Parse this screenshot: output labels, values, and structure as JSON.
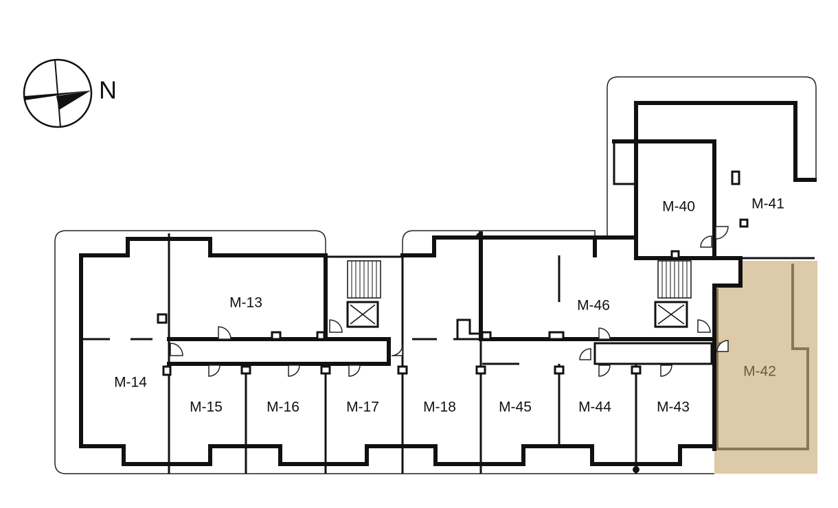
{
  "compass": {
    "label": "N"
  },
  "rooms": [
    {
      "id": "M-13",
      "label": "M-13",
      "selected": false
    },
    {
      "id": "M-14",
      "label": "M-14",
      "selected": false
    },
    {
      "id": "M-15",
      "label": "M-15",
      "selected": false
    },
    {
      "id": "M-16",
      "label": "M-16",
      "selected": false
    },
    {
      "id": "M-17",
      "label": "M-17",
      "selected": false
    },
    {
      "id": "M-18",
      "label": "M-18",
      "selected": false
    },
    {
      "id": "M-40",
      "label": "M-40",
      "selected": false
    },
    {
      "id": "M-41",
      "label": "M-41",
      "selected": false
    },
    {
      "id": "M-42",
      "label": "M-42",
      "selected": true
    },
    {
      "id": "M-43",
      "label": "M-43",
      "selected": false
    },
    {
      "id": "M-44",
      "label": "M-44",
      "selected": false
    },
    {
      "id": "M-45",
      "label": "M-45",
      "selected": false
    },
    {
      "id": "M-46",
      "label": "M-46",
      "selected": false
    }
  ],
  "colors": {
    "selected_fill": "#dccaa8",
    "selected_wall": "#8a7658",
    "wall": "#111111",
    "background": "#ffffff"
  }
}
